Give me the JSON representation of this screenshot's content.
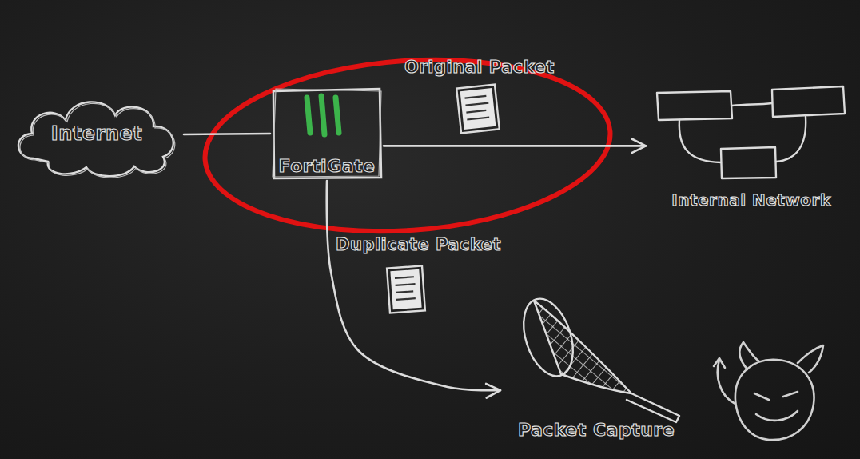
{
  "diagram": {
    "nodes": [
      {
        "text": [
          "Internet"
        ]
      },
      {
        "text": [
          "FortiGate"
        ]
      },
      {
        "text": [
          "Internal Network"
        ]
      },
      {
        "text": [
          "Packet Capture"
        ]
      }
    ],
    "edges": [
      {
        "from": 0,
        "to": 1,
        "arrow": "none"
      },
      {
        "from": 1,
        "to": 2,
        "arrow": "to",
        "label": "Original Packet"
      },
      {
        "from": 1,
        "to": 3,
        "arrow": "to",
        "label": "Duplicate Packet"
      }
    ]
  }
}
